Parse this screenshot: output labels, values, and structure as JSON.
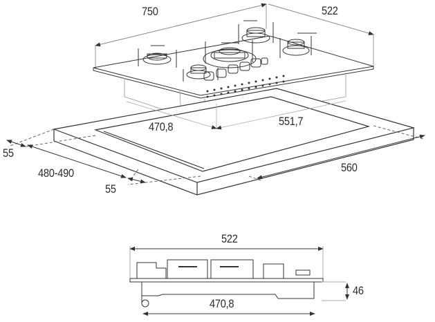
{
  "diagram": {
    "type": "technical-dimension-drawing",
    "subject": "built-in gas hob with 5 burners, glass top",
    "units": "mm",
    "top_view": {
      "hob_width": "750",
      "hob_depth": "522",
      "burners": 5,
      "control_knobs": 6
    },
    "cutout": {
      "width": "551,7",
      "depth": "470,8",
      "counter_width": "560",
      "counter_depth": "480-490",
      "front_margin": "55",
      "side_margin": "55"
    },
    "side_view": {
      "depth": "522",
      "body_depth": "470,8",
      "height": "46"
    }
  },
  "colors": {
    "line": "#333333",
    "light_line": "#9a9a9a",
    "text": "#2b2b2b",
    "background": "#ffffff"
  }
}
